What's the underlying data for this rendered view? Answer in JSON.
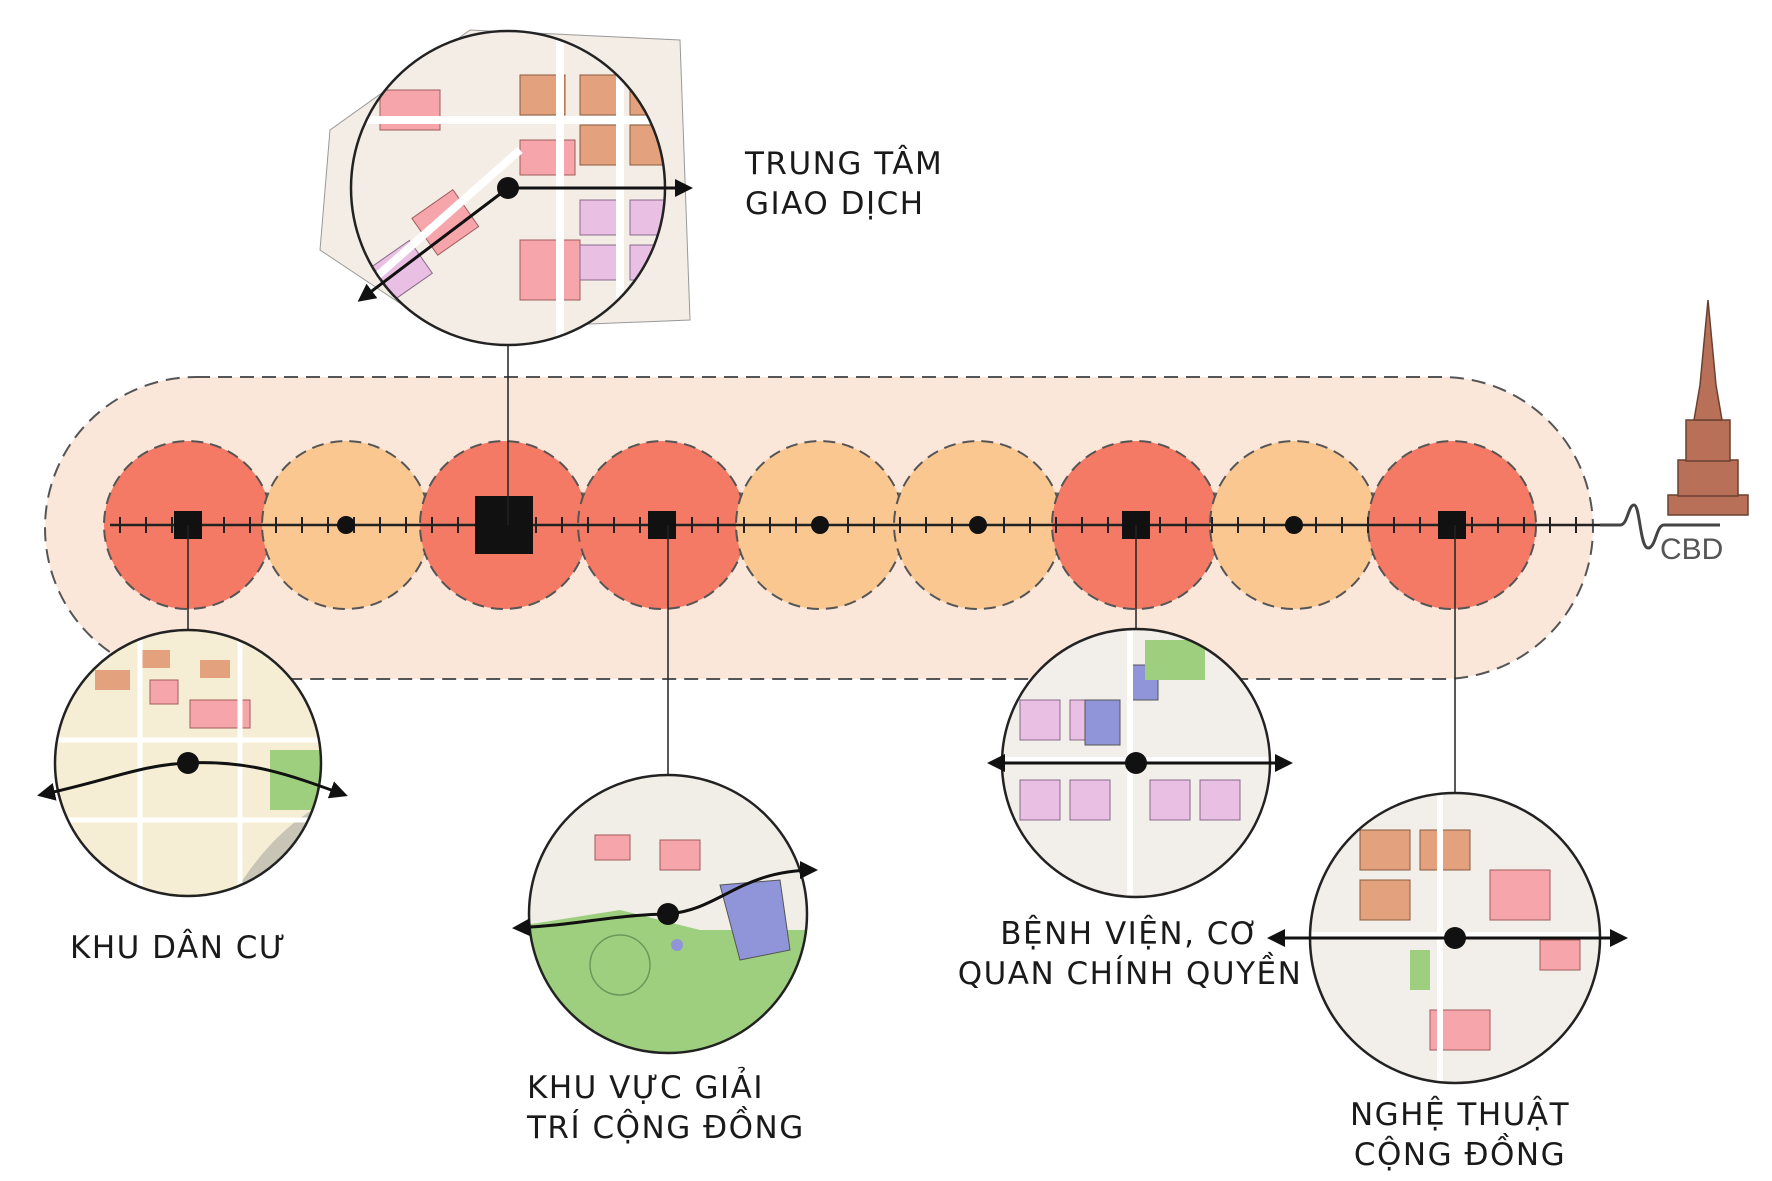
{
  "colors": {
    "corridor_fill": "#fbe7da",
    "station_major": "#f47a65",
    "station_minor": "#fbc790",
    "track": "#222222",
    "tower": "#b87158",
    "map_bg": "#f3f0ea",
    "map_pink": "#f6a6ab",
    "map_lavender": "#e9bfe4",
    "map_yellow": "#f5e7a6",
    "map_green": "#9ecf7e",
    "map_blue": "#8f95d8",
    "map_tan": "#e3a27d"
  },
  "stations": [
    {
      "kind": "major",
      "node": "square"
    },
    {
      "kind": "minor",
      "node": "dot"
    },
    {
      "kind": "major",
      "node": "square-large"
    },
    {
      "kind": "major",
      "node": "square"
    },
    {
      "kind": "minor",
      "node": "dot"
    },
    {
      "kind": "minor",
      "node": "dot"
    },
    {
      "kind": "major",
      "node": "square"
    },
    {
      "kind": "minor",
      "node": "dot"
    },
    {
      "kind": "major",
      "node": "square"
    }
  ],
  "labels": {
    "trung_tam": [
      "TRUNG TÂM",
      "GIAO DỊCH"
    ],
    "khu_dan_cu": [
      "KHU DÂN CƯ"
    ],
    "giai_tri": [
      "KHU VỰC GIẢI",
      "TRÍ CỘNG ĐỒNG"
    ],
    "benh_vien": [
      "BỆNH VIỆN, CƠ",
      "QUAN CHÍNH QUYỀN"
    ],
    "nghe_thuat": [
      "NGHỆ THUẬT",
      "CỘNG ĐỒNG"
    ],
    "cbd": "CBD"
  }
}
